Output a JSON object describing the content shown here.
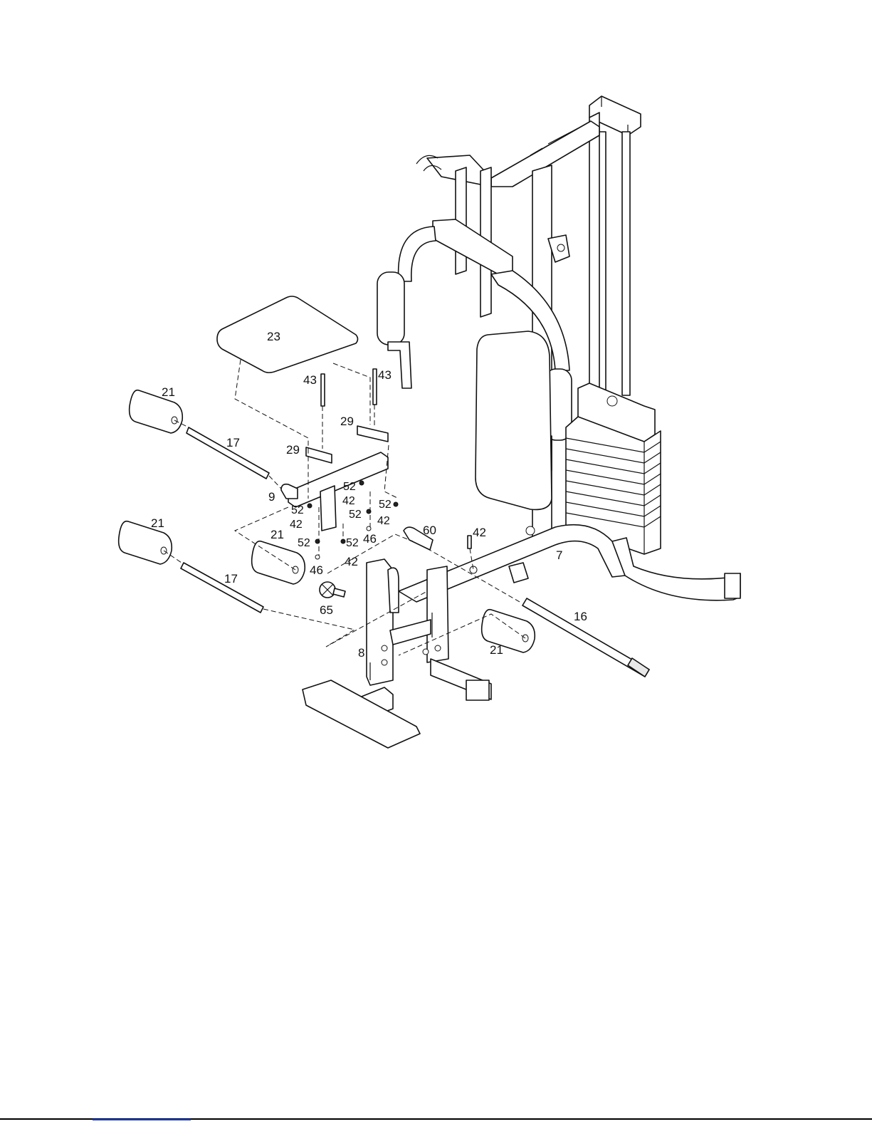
{
  "diagram": {
    "part_labels": {
      "seat_pad": "23",
      "roller_pad_upper_left": "21",
      "roller_pad_lower_left": "21",
      "roller_pad_middle": "21",
      "roller_pad_right": "21",
      "roller_tube_upper": "17",
      "roller_tube_lower": "17",
      "roller_tube_right": "16",
      "seat_bracket_left": "29",
      "seat_bracket_right": "29",
      "seat_frame": "9",
      "bolt_left_43": "43",
      "bolt_right_43": "43",
      "washer_52_a": "52",
      "washer_52_b": "52",
      "washer_52_c": "52",
      "washer_52_d": "52",
      "washer_52_e": "52",
      "washer_52_f": "52",
      "bolt_42_a": "42",
      "bolt_42_b": "42",
      "bolt_42_c": "42",
      "bolt_42_d": "42",
      "bolt_42_e": "42",
      "nut_46_a": "46",
      "nut_46_b": "46",
      "foam_sleeve": "60",
      "knob": "65",
      "base_frame": "7",
      "leg_frame": "8"
    }
  }
}
